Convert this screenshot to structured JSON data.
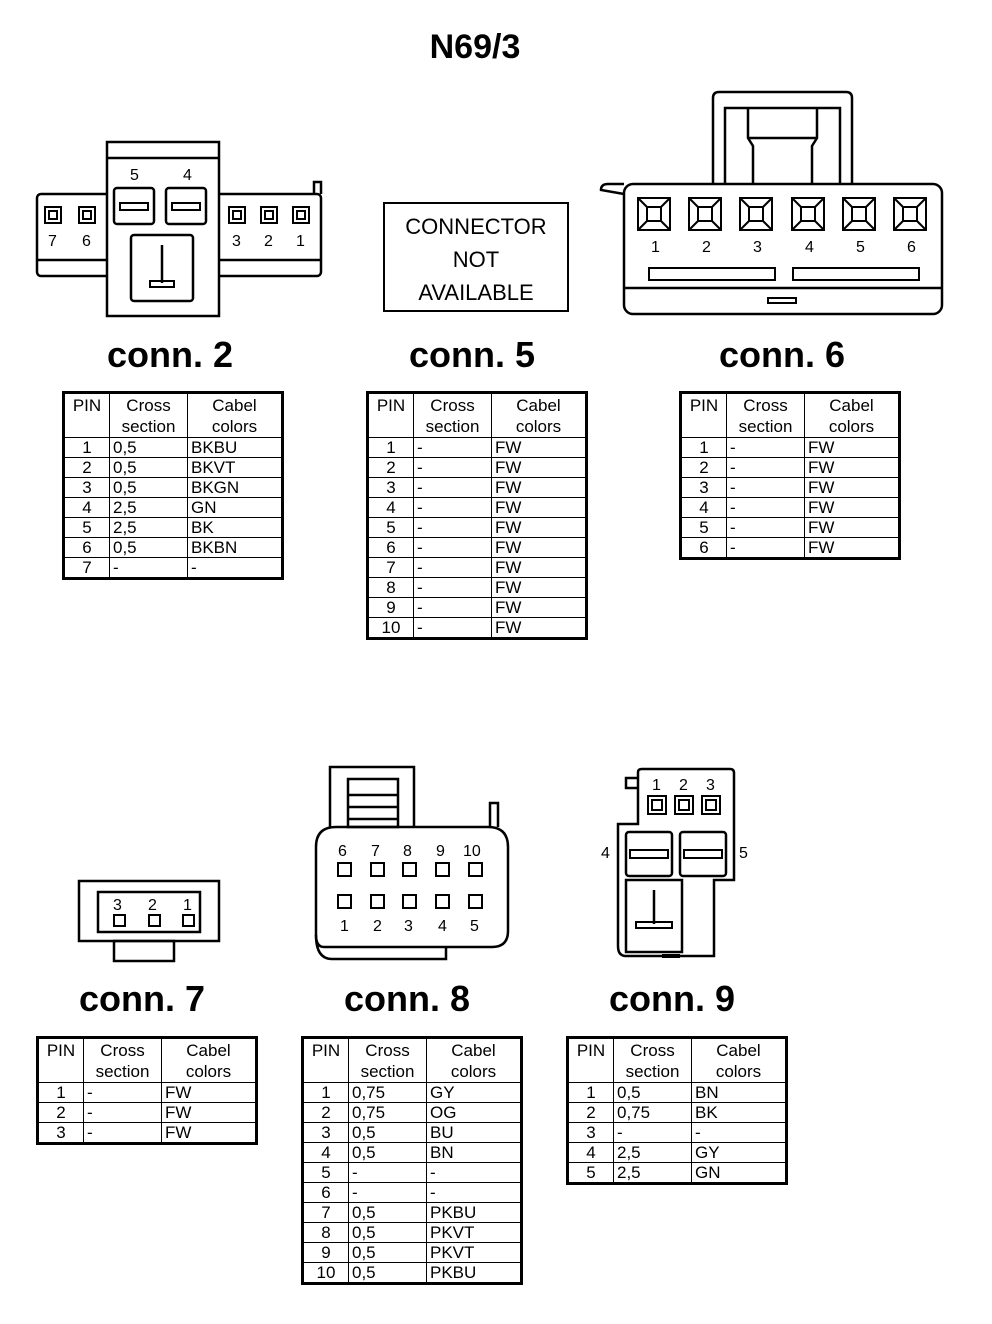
{
  "title": "N69/3",
  "headers": {
    "pin": "PIN",
    "cross": [
      "Cross",
      "section"
    ],
    "colors": [
      "Cabel",
      "colors"
    ]
  },
  "not_available": [
    "CONNECTOR",
    "NOT",
    "AVAILABLE"
  ],
  "connectors": [
    {
      "id": "conn2",
      "label": "conn. 2",
      "pin_labels": [
        "7",
        "6",
        "5",
        "4",
        "3",
        "2",
        "1"
      ],
      "rows": [
        [
          "1",
          "0,5",
          "BKBU"
        ],
        [
          "2",
          "0,5",
          "BKVT"
        ],
        [
          "3",
          "0,5",
          "BKGN"
        ],
        [
          "4",
          "2,5",
          "GN"
        ],
        [
          "5",
          "2,5",
          "BK"
        ],
        [
          "6",
          "0,5",
          "BKBN"
        ],
        [
          "7",
          "-",
          "-"
        ]
      ]
    },
    {
      "id": "conn5",
      "label": "conn. 5",
      "rows": [
        [
          "1",
          "-",
          "FW"
        ],
        [
          "2",
          "-",
          "FW"
        ],
        [
          "3",
          "-",
          "FW"
        ],
        [
          "4",
          "-",
          "FW"
        ],
        [
          "5",
          "-",
          "FW"
        ],
        [
          "6",
          "-",
          "FW"
        ],
        [
          "7",
          "-",
          "FW"
        ],
        [
          "8",
          "-",
          "FW"
        ],
        [
          "9",
          "-",
          "FW"
        ],
        [
          "10",
          "-",
          "FW"
        ]
      ]
    },
    {
      "id": "conn6",
      "label": "conn. 6",
      "pin_labels": [
        "1",
        "2",
        "3",
        "4",
        "5",
        "6"
      ],
      "rows": [
        [
          "1",
          "-",
          "FW"
        ],
        [
          "2",
          "-",
          "FW"
        ],
        [
          "3",
          "-",
          "FW"
        ],
        [
          "4",
          "-",
          "FW"
        ],
        [
          "5",
          "-",
          "FW"
        ],
        [
          "6",
          "-",
          "FW"
        ]
      ]
    },
    {
      "id": "conn7",
      "label": "conn. 7",
      "pin_labels": [
        "3",
        "2",
        "1"
      ],
      "rows": [
        [
          "1",
          "-",
          "FW"
        ],
        [
          "2",
          "-",
          "FW"
        ],
        [
          "3",
          "-",
          "FW"
        ]
      ]
    },
    {
      "id": "conn8",
      "label": "conn. 8",
      "pin_labels": [
        "6",
        "7",
        "8",
        "9",
        "10",
        "1",
        "2",
        "3",
        "4",
        "5"
      ],
      "rows": [
        [
          "1",
          "0,75",
          "GY"
        ],
        [
          "2",
          "0,75",
          "OG"
        ],
        [
          "3",
          "0,5",
          "BU"
        ],
        [
          "4",
          "0,5",
          "BN"
        ],
        [
          "5",
          "-",
          "-"
        ],
        [
          "6",
          "-",
          "-"
        ],
        [
          "7",
          "0,5",
          "PKBU"
        ],
        [
          "8",
          "0,5",
          "PKVT"
        ],
        [
          "9",
          "0,5",
          "PKVT"
        ],
        [
          "10",
          "0,5",
          "PKBU"
        ]
      ]
    },
    {
      "id": "conn9",
      "label": "conn. 9",
      "pin_labels": [
        "1",
        "2",
        "3",
        "4",
        "5"
      ],
      "rows": [
        [
          "1",
          "0,5",
          "BN"
        ],
        [
          "2",
          "0,75",
          "BK"
        ],
        [
          "3",
          "-",
          "-"
        ],
        [
          "4",
          "2,5",
          "GY"
        ],
        [
          "5",
          "2,5",
          "GN"
        ]
      ]
    }
  ]
}
